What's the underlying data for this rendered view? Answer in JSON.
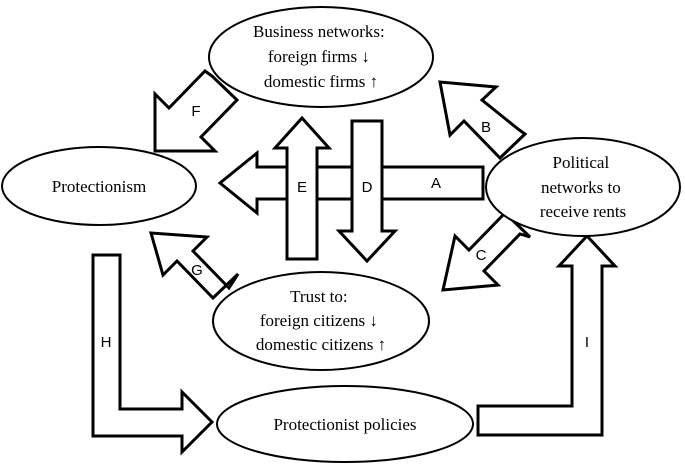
{
  "nodes": {
    "business": {
      "lines": [
        "Business networks:",
        "foreign firms ↓",
        "domestic firms ↑"
      ]
    },
    "protectionism": {
      "lines": [
        "Protectionism"
      ]
    },
    "political": {
      "lines": [
        "Political",
        "networks to",
        "receive rents"
      ]
    },
    "trust": {
      "lines": [
        "Trust to:",
        "foreign citizens ↓",
        "domestic citizens ↑"
      ]
    },
    "policies": {
      "lines": [
        "Protectionist policies"
      ]
    }
  },
  "arrows": {
    "a": "A",
    "b": "B",
    "c": "C",
    "d": "D",
    "e": "E",
    "f": "F",
    "g": "G",
    "h": "H",
    "i": "I"
  },
  "colors": {
    "stroke": "#000000",
    "fill": "#ffffff"
  }
}
